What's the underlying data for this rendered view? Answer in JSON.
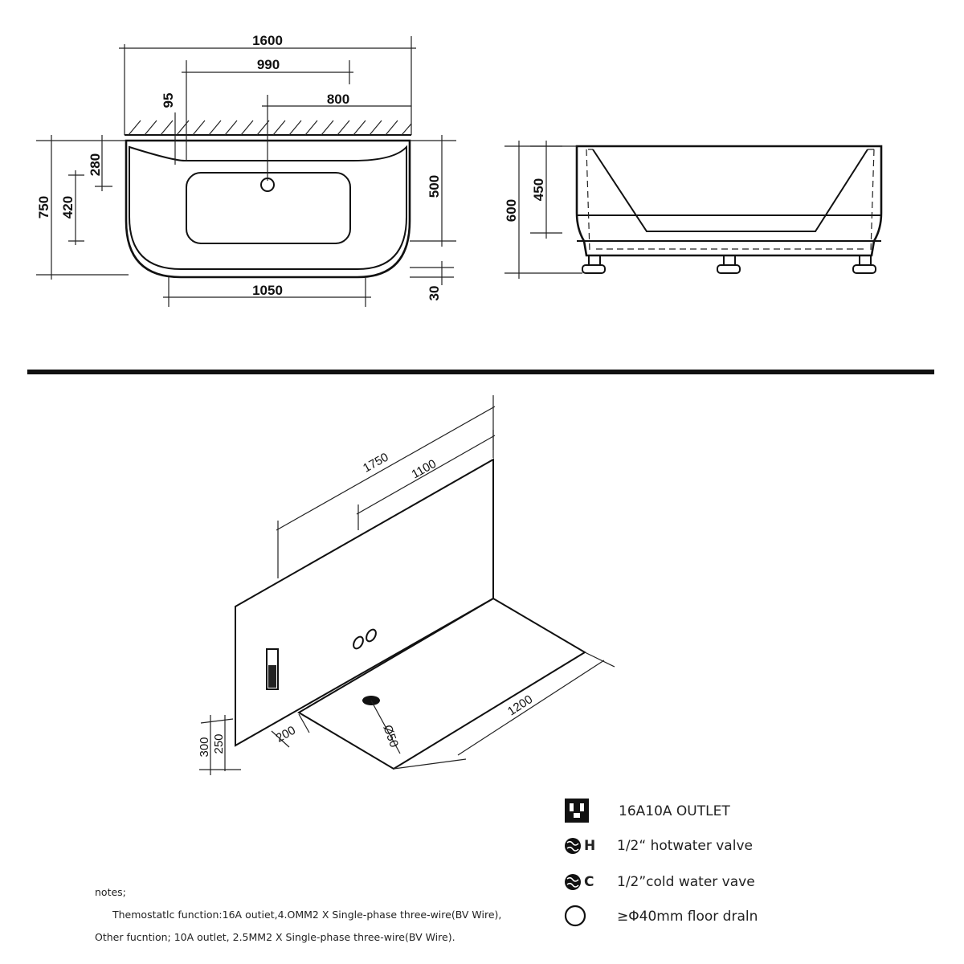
{
  "top_view": {
    "dims": {
      "overall_width": "1600",
      "inner_width": "990",
      "drain_offset": "800",
      "edge": "95",
      "total_depth": "750",
      "drain_depth": "280",
      "inner_depth": "420",
      "right_depth": "500",
      "bottom_width": "1050",
      "bottom_gap": "30"
    }
  },
  "side_view": {
    "dims": {
      "total_height": "600",
      "inner_height": "450"
    }
  },
  "install_view": {
    "dims": {
      "wall_length": "1750",
      "valve_offset": "1100",
      "floor_depth": "1200",
      "h300": "300",
      "h250": "250",
      "w200": "200",
      "drain_dia": "Ø50"
    }
  },
  "legend": [
    {
      "icon": "outlet-icon",
      "suffix": "",
      "label": "16A10A OUTLET"
    },
    {
      "icon": "hot-valve-icon",
      "suffix": "H",
      "label": "1/2“ hotwater valve"
    },
    {
      "icon": "cold-valve-icon",
      "suffix": "C",
      "label": "1/2”cold water vave"
    },
    {
      "icon": "floor-drain-icon",
      "suffix": "",
      "label": "≥Φ40mm floor draln"
    }
  ],
  "notes": {
    "title": "notes;",
    "line1": "Themostatlc function:16A outiet,4.OMM2 X Single-phase three-wire(BV Wire),",
    "line2": "Other fucntion; 10A outlet, 2.5MM2 X Single-phase three-wire(BV Wire)."
  }
}
